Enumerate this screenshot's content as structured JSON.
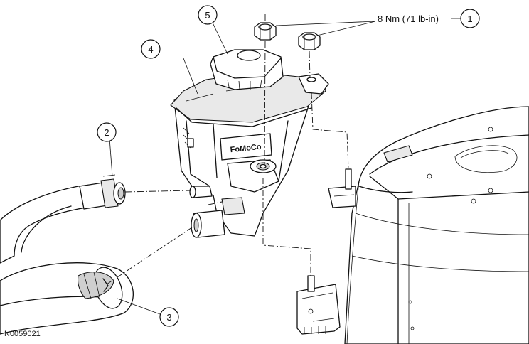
{
  "callouts": [
    {
      "id": "1",
      "label": "1"
    },
    {
      "id": "2",
      "label": "2"
    },
    {
      "id": "3",
      "label": "3"
    },
    {
      "id": "4",
      "label": "4"
    },
    {
      "id": "5",
      "label": "5"
    }
  ],
  "torque_spec": "8 Nm (71 lb-in)",
  "reservoir_logo": "FoMoCo",
  "figure_ref": "N0059021"
}
